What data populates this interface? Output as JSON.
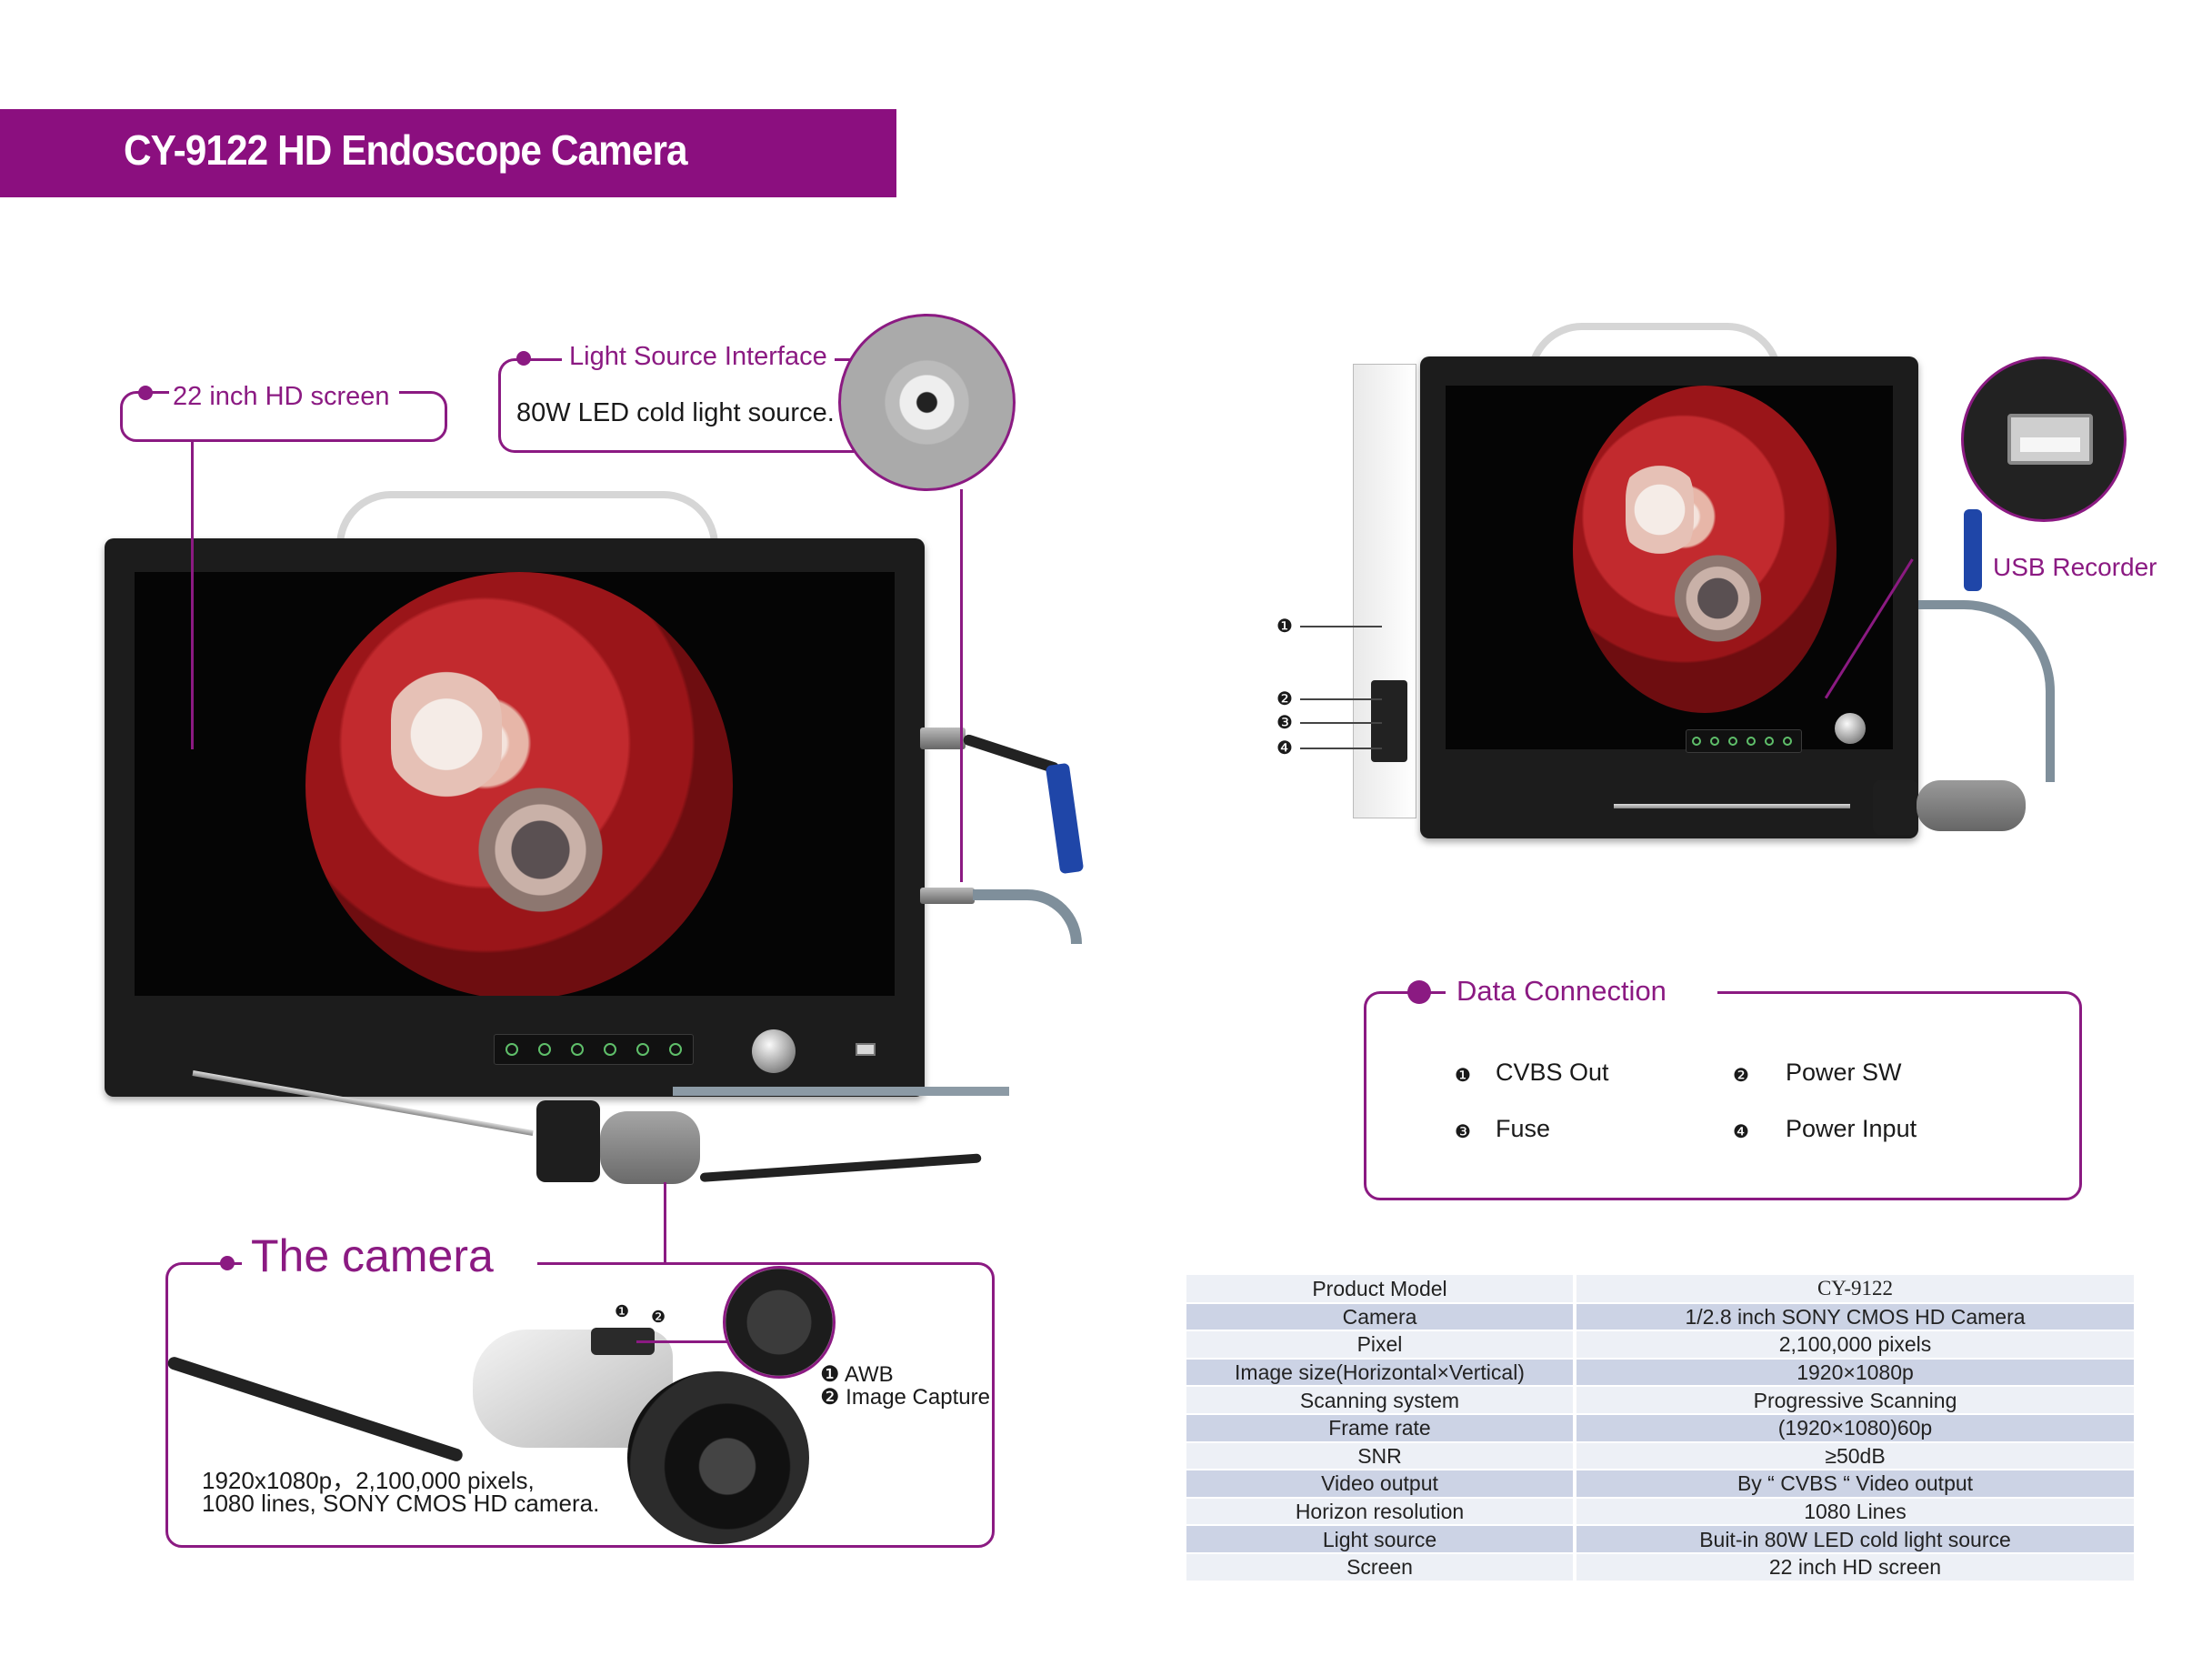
{
  "title": "CY-9122 HD Endoscope Camera",
  "callouts": {
    "screen": "22 inch HD screen",
    "light_source_title": "Light Source Interface",
    "light_source_desc": "80W LED cold light source.",
    "usb": "USB Recorder"
  },
  "side_markers": [
    "❶",
    "❷",
    "❸",
    "❹"
  ],
  "data_connection": {
    "title": "Data Connection",
    "items": [
      {
        "num": "❶",
        "label": "CVBS Out"
      },
      {
        "num": "❷",
        "label": "Power SW"
      },
      {
        "num": "❸",
        "label": "Fuse"
      },
      {
        "num": "❹",
        "label": "Power Input"
      }
    ]
  },
  "camera": {
    "title": "The camera",
    "marker1": "❶",
    "marker2": "❷",
    "btn1": "❶  AWB",
    "btn2": "❷ Image Capture",
    "desc_line1": "1920x1080p，2,100,000 pixels,",
    "desc_line2": "1080 lines, SONY CMOS HD camera."
  },
  "specs": [
    {
      "label": "Product Model",
      "value": "CY-9122"
    },
    {
      "label": "Camera",
      "value": "1/2.8 inch SONY CMOS HD Camera"
    },
    {
      "label": "Pixel",
      "value": "2,100,000 pixels"
    },
    {
      "label": "Image size(Horizontal×Vertical)",
      "value": "1920×1080p"
    },
    {
      "label": "Scanning system",
      "value": "Progressive Scanning"
    },
    {
      "label": "Frame rate",
      "value": "(1920×1080)60p"
    },
    {
      "label": "SNR",
      "value": "≥50dB"
    },
    {
      "label": "Video output",
      "value": "By “ CVBS “ Video output"
    },
    {
      "label": "Horizon resolution",
      "value": "1080 Lines"
    },
    {
      "label": "Light source",
      "value": "Buit-in 80W LED cold light source"
    },
    {
      "label": "Screen",
      "value": "22 inch HD screen"
    }
  ],
  "colors": {
    "brand": "#8b0f7f",
    "accent": "#8b1a82",
    "table_light": "#edf0f6",
    "table_dark": "#ccd3e5"
  }
}
